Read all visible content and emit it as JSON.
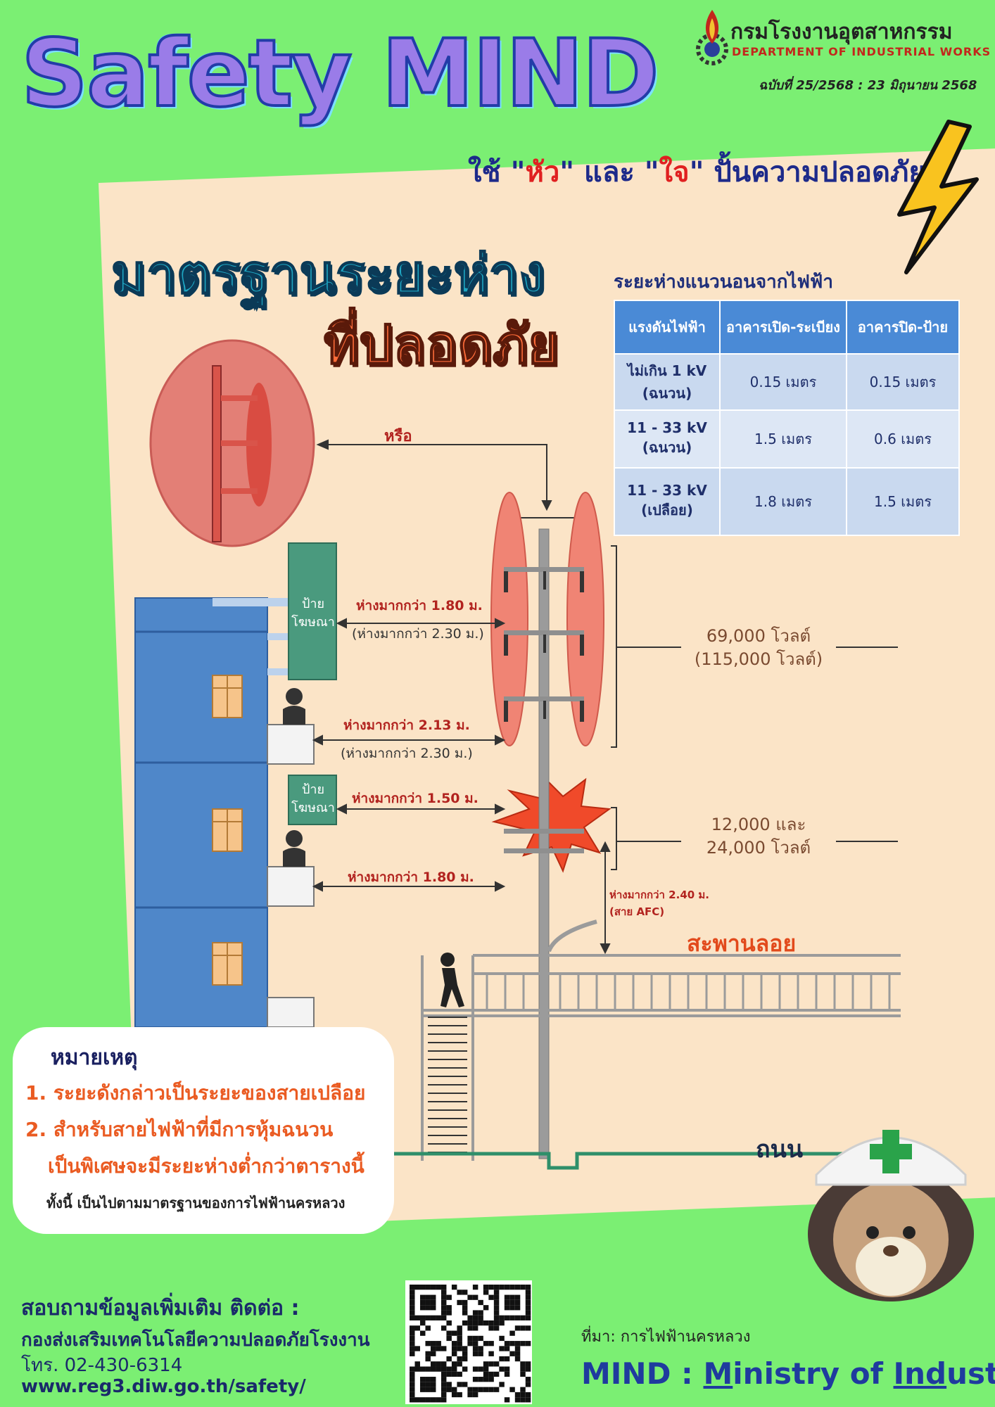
{
  "header": {
    "title": "Safety MIND",
    "department_th": "กรมโรงงานอุตสาหกรรม",
    "department_en": "DEPARTMENT OF INDUSTRIAL WORKS",
    "issue": "ฉบับที่ 25/2568 : 23 มิถุนายน 2568",
    "slogan": {
      "part1": "ใช้ \"",
      "head": "หัว",
      "part2": "\" และ \"",
      "heart": "ใจ",
      "part3": "\" ปั้นความปลอดภัย"
    }
  },
  "headline": {
    "line1": "มาตรฐานระยะห่าง",
    "line2": "ที่ปลอดภัย"
  },
  "table": {
    "title": "ระยะห่างแนวนอนจากไฟฟ้า",
    "headers": [
      "แรงดันไฟฟ้า",
      "อาคารเปิด-ระเบียง",
      "อาคารปิด-ป้าย"
    ],
    "rows": [
      {
        "voltage_l1": "ไม่เกิน 1 kV",
        "voltage_l2": "(ฉนวน)",
        "open": "0.15 เมตร",
        "closed": "0.15 เมตร"
      },
      {
        "voltage_l1": "11 - 33 kV",
        "voltage_l2": "(ฉนวน)",
        "open": "1.5 เมตร",
        "closed": "0.6 เมตร"
      },
      {
        "voltage_l1": "11 - 33 kV",
        "voltage_l2": "(เปลือย)",
        "open": "1.8 เมตร",
        "closed": "1.5 เมตร"
      }
    ]
  },
  "diagram": {
    "or_label": "หรือ",
    "sign_label_1": "ป้าย",
    "sign_label_2": "โฆษณา",
    "dist_sign_top": "ห่างมากกว่า 1.80 ม.",
    "dist_sign_top_alt": "(ห่างมากกว่า 2.30 ม.)",
    "dist_balcony_top": "ห่างมากกว่า 2.13 ม.",
    "dist_balcony_top_alt": "(ห่างมากกว่า 2.30 ม.)",
    "dist_sign_low": "ห่างมากกว่า 1.50 ม.",
    "dist_balcony_low": "ห่างมากกว่า 1.80 ม.",
    "dist_vertical": "ห่างมากกว่า 2.40 ม.",
    "dist_vertical_note": "(สาย AFC)",
    "volt_high_1": "69,000 โวลต์",
    "volt_high_2": "(115,000 โวลต์)",
    "volt_low_1": "12,000 และ",
    "volt_low_2": "24,000 โวลต์",
    "bridge_label": "สะพานลอย",
    "road_label": "ถนน"
  },
  "notes": {
    "title": "หมายเหตุ",
    "item1": "1. ระยะดังกล่าวเป็นระยะของสายเปลือย",
    "item2a": "2. สำหรับสายไฟฟ้าที่มีการหุ้มฉนวน",
    "item2b": "เป็นพิเศษจะมีระยะห่างต่ำกว่าตารางนี้",
    "footnote": "ทั้งนี้ เป็นไปตามมาตรฐานของการไฟฟ้านครหลวง"
  },
  "contact": {
    "heading": "สอบถามข้อมูลเพิ่มเติม ติดต่อ :",
    "org": "กองส่งเสริมเทคโนโลยีความปลอดภัยโรงงาน",
    "phone": "โทร. 02-430-6314",
    "url": "www.reg3.diw.go.th/safety/"
  },
  "footer": {
    "source_label": "ที่มา:",
    "source": "การไฟฟ้านครหลวง",
    "mind_prefix": "MIND : ",
    "mind_m": "M",
    "mind_mid": "inistry of ",
    "mind_ind": "Ind",
    "mind_end": "ustry"
  },
  "colors": {
    "background": "#7bef73",
    "panel": "#fbe4c7",
    "building": "#4f87c9",
    "sign": "#4a9a7e",
    "danger_zone": "#f08474",
    "accent_orange": "#ea5b22"
  }
}
